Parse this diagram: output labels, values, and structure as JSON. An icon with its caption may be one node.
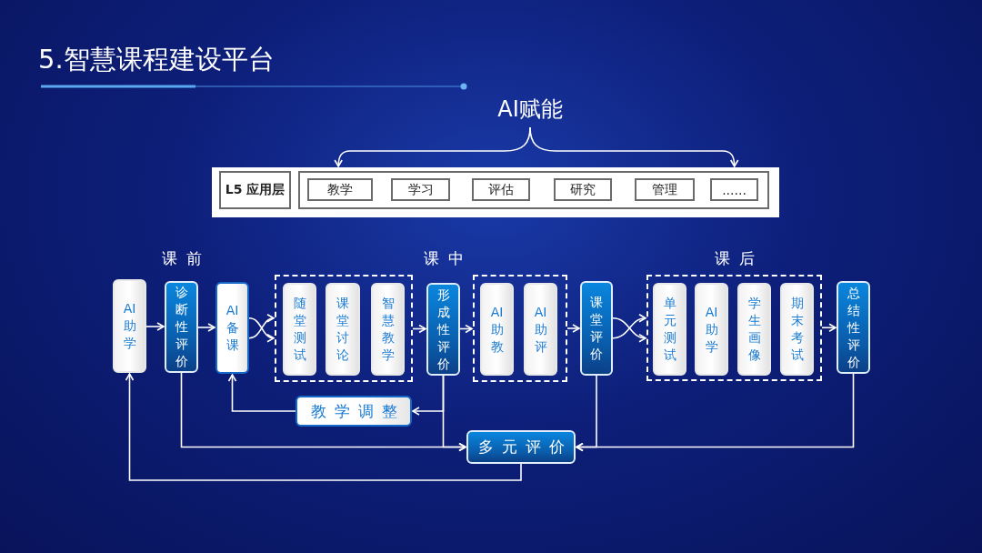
{
  "diagram": {
    "title": "5.智慧课程建设平台",
    "nodes": [
      {
        "text": [],
        "shape": "box"
      },
      {
        "text": [
          "L5 应用层"
        ],
        "in": 0
      },
      {
        "text": [],
        "shape": "box",
        "in": 0
      },
      {
        "text": [
          "教学"
        ],
        "in": 2
      },
      {
        "text": [
          "学习"
        ],
        "in": 2
      },
      {
        "text": [
          "评估"
        ],
        "in": 2
      },
      {
        "text": [
          "研究"
        ],
        "in": 2
      },
      {
        "text": [
          "管理"
        ],
        "in": 2
      },
      {
        "text": [
          "......"
        ],
        "in": 2
      },
      {
        "text": [
          "AI赋能"
        ]
      },
      {
        "text": [
          "AI助学"
        ]
      },
      {
        "text": [
          "诊断性评价"
        ]
      },
      {
        "text": [
          "AI备课"
        ]
      },
      {
        "text": [],
        "shape": "box"
      },
      {
        "text": [
          "随堂测试"
        ],
        "in": 13
      },
      {
        "text": [
          "课堂讨论"
        ],
        "in": 13
      },
      {
        "text": [
          "智慧教学"
        ],
        "in": 13
      },
      {
        "text": [
          "形成性评价"
        ]
      },
      {
        "text": [],
        "shape": "box"
      },
      {
        "text": [
          "AI助教"
        ],
        "in": 18
      },
      {
        "text": [
          "AI助评"
        ],
        "in": 18
      },
      {
        "text": [
          "课堂评价"
        ]
      },
      {
        "text": [],
        "shape": "box"
      },
      {
        "text": [
          "单元测试"
        ],
        "in": 22
      },
      {
        "text": [
          "AI助学"
        ],
        "in": 22
      },
      {
        "text": [
          "学生画像"
        ],
        "in": 22
      },
      {
        "text": [
          "期末考试"
        ],
        "in": 22
      },
      {
        "text": [
          "总结性评价"
        ]
      },
      {
        "text": [
          "教学调整"
        ]
      },
      {
        "text": [
          "多元评价"
        ]
      }
    ],
    "edges": [
      {
        "from": 10,
        "to": 11,
        "arrow": "to"
      },
      {
        "from": 11,
        "to": 12,
        "arrow": "to"
      },
      {
        "from": 12,
        "to": 13,
        "arrow": "to"
      },
      {
        "from": 12,
        "to": 13,
        "arrow": "to"
      },
      {
        "from": 13,
        "to": 17,
        "arrow": "to"
      },
      {
        "from": 17,
        "to": 18,
        "arrow": "to"
      },
      {
        "from": 18,
        "to": 21,
        "arrow": "to"
      },
      {
        "from": 21,
        "to": 22,
        "arrow": "to"
      },
      {
        "from": 21,
        "to": 22,
        "arrow": "to"
      },
      {
        "from": 22,
        "to": 27,
        "arrow": "to"
      },
      {
        "from": 17,
        "to": 28,
        "arrow": "to"
      },
      {
        "from": 28,
        "to": 12,
        "arrow": "to"
      },
      {
        "from": 11,
        "to": 29,
        "arrow": "to"
      },
      {
        "from": 17,
        "to": 29,
        "arrow": "to"
      },
      {
        "from": 21,
        "to": 29,
        "arrow": "to"
      },
      {
        "from": 27,
        "to": 29,
        "arrow": "to"
      },
      {
        "from": 29,
        "to": 10,
        "arrow": "to"
      },
      {
        "from": 9,
        "to": 0,
        "arrow": "to"
      },
      {
        "from": 9,
        "to": 0,
        "arrow": "to"
      }
    ],
    "labels": [
      "课前",
      "课中",
      "课后"
    ]
  }
}
